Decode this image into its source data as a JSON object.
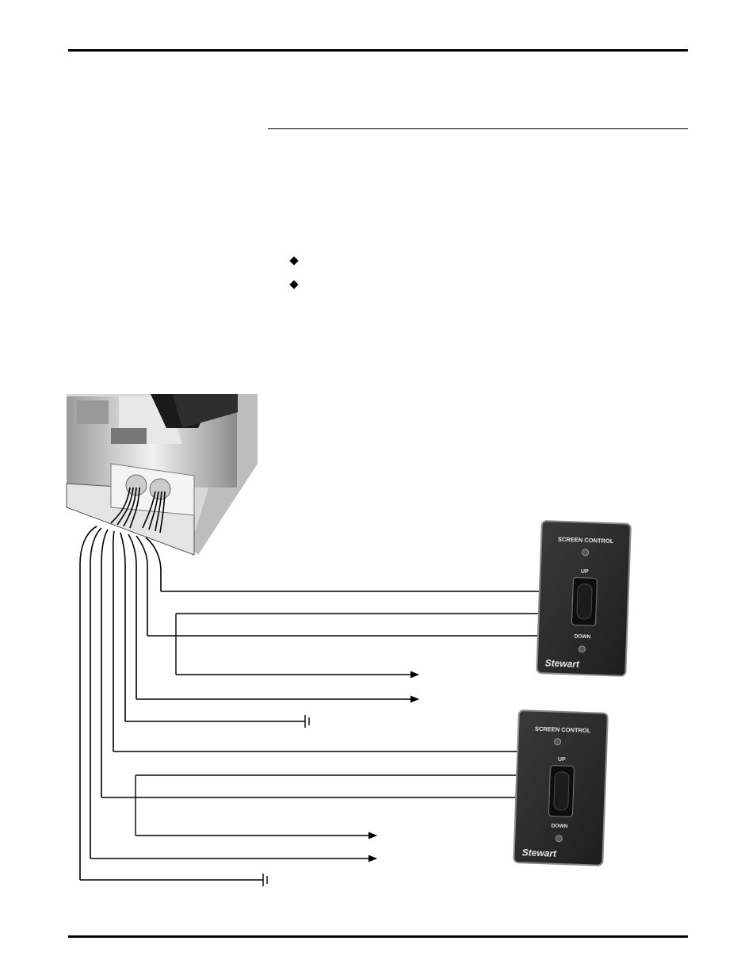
{
  "page": {
    "bullets": 2
  },
  "switches": [
    {
      "title": "SCREEN CONTROL",
      "up_label": "UP",
      "down_label": "DOWN",
      "brand": "Stewart"
    },
    {
      "title": "SCREEN CONTROL",
      "up_label": "UP",
      "down_label": "DOWN",
      "brand": "Stewart"
    }
  ],
  "colors": {
    "line": "#000000",
    "panel": "#2b2b2b",
    "housing": "#cfcfcf"
  }
}
